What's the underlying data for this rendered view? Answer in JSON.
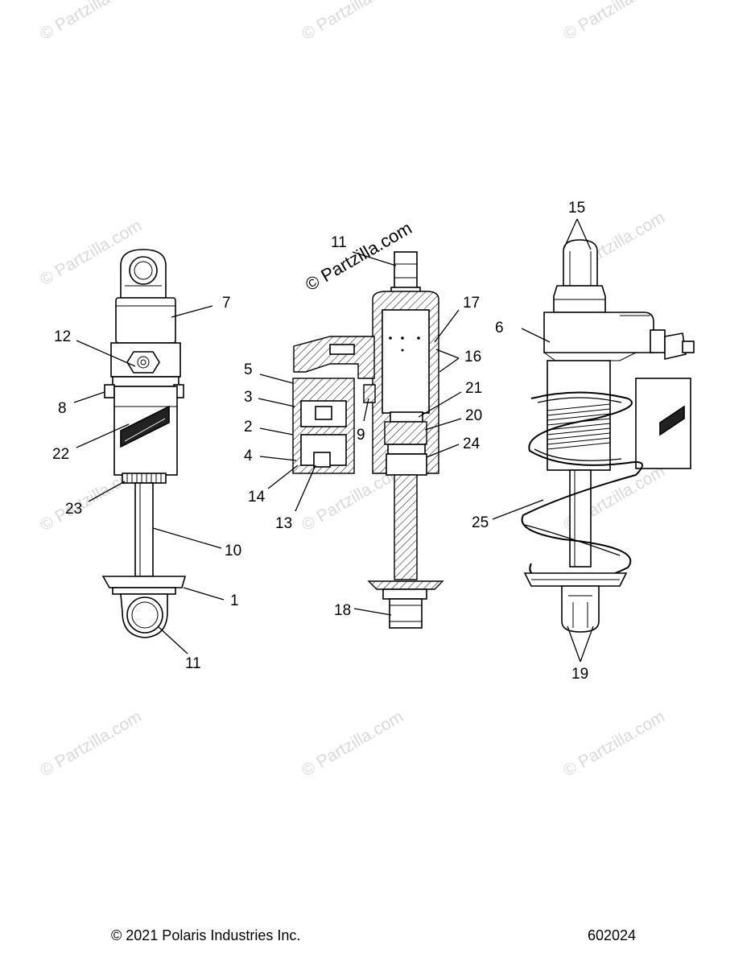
{
  "watermark": {
    "light_text": "© Partzilla.com",
    "dark_text": "© Partzilla.com"
  },
  "callouts": {
    "c1": "1",
    "c2": "2",
    "c3": "3",
    "c4": "4",
    "c5": "5",
    "c6": "6",
    "c7": "7",
    "c8": "8",
    "c9": "9",
    "c10": "10",
    "c11a": "11",
    "c11b": "11",
    "c12": "12",
    "c13": "13",
    "c14": "14",
    "c15": "15",
    "c16": "16",
    "c17": "17",
    "c18": "18",
    "c19": "19",
    "c20": "20",
    "c21": "21",
    "c22": "22",
    "c23": "23",
    "c24": "24",
    "c25": "25"
  },
  "footer": {
    "copyright": "© 2021 Polaris Industries Inc.",
    "drawing_number": "602024"
  }
}
